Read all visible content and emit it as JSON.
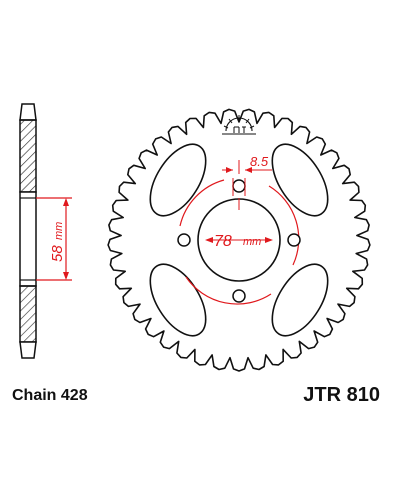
{
  "diagram": {
    "part_number": "JTR 810",
    "chain_label": "Chain 428",
    "dimensions": {
      "pcd_value": "78",
      "pcd_unit": "mm",
      "bolt_hole_value": "8.5",
      "side_value": "58",
      "side_unit": "mm"
    },
    "colors": {
      "outline": "#111111",
      "dimension": "#e0191d",
      "hatch": "#333333"
    },
    "icons": {
      "logo": "jt-sprockets-emblem-icon"
    }
  }
}
